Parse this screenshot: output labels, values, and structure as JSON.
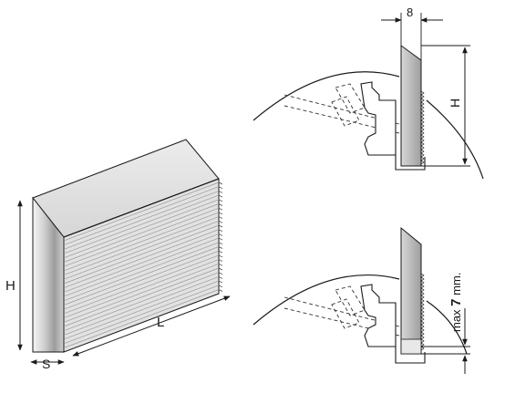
{
  "labels": {
    "height": "H",
    "length": "L",
    "thickness": "S",
    "width_dim": "8",
    "height_dim": "H",
    "max_prefix": "max ",
    "max_value": "7",
    "max_unit": " mm."
  },
  "colors": {
    "outline": "#1a1a1a",
    "blade_face": "#bdbdbd",
    "blade_top": "#e6e6e6",
    "lamella": "#9a9a9a",
    "dashed": "#333333"
  }
}
